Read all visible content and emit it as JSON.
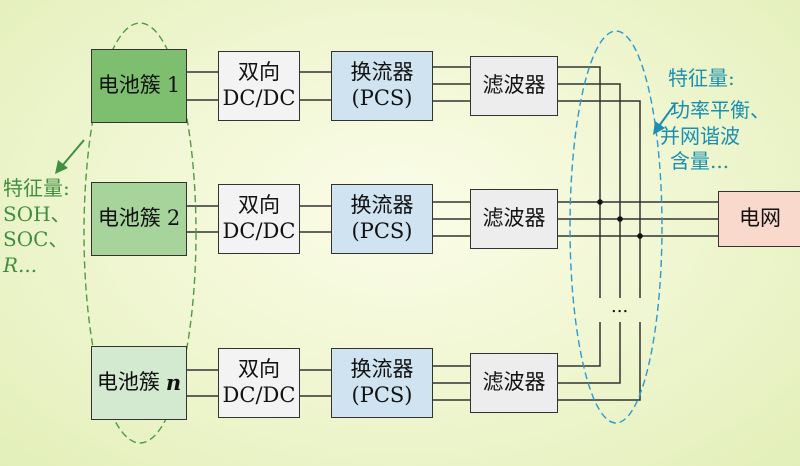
{
  "rows": [
    {
      "battery_name": "电池簇",
      "battery_index": "1",
      "dcdc_line1": "双向",
      "dcdc_line2": "DC/DC",
      "pcs_line1": "换流器",
      "pcs_line2": "(PCS)",
      "filter": "滤波器"
    },
    {
      "battery_name": "电池簇",
      "battery_index": "2",
      "dcdc_line1": "双向",
      "dcdc_line2": "DC/DC",
      "pcs_line1": "换流器",
      "pcs_line2": "(PCS)",
      "filter": "滤波器"
    },
    {
      "battery_name": "电池簇",
      "battery_index": "n",
      "dcdc_line1": "双向",
      "dcdc_line2": "DC/DC",
      "pcs_line1": "换流器",
      "pcs_line2": "(PCS)",
      "filter": "滤波器"
    }
  ],
  "grid_label": "电网",
  "left_features": {
    "title": "特征量:",
    "items": [
      "SOH、",
      "SOC、",
      "R..."
    ]
  },
  "right_features": {
    "title": "特征量:",
    "lines": [
      "功率平衡、",
      "并网谐波",
      "含量..."
    ]
  },
  "ellipsis": "...",
  "colors": {
    "battery_fill": [
      "#7dbf6e",
      "#a6d49a",
      "#d3ead0"
    ],
    "pcs_fill": "#cfe3f1",
    "grid_fill": "#f9d9cc",
    "left_annotation": "#3f8f3f",
    "right_annotation": "#1a8fb0"
  }
}
